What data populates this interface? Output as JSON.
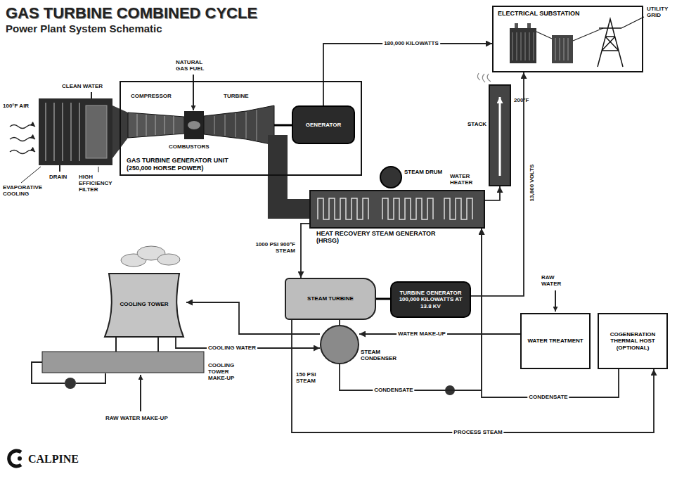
{
  "diagram": {
    "title": "GAS TURBINE COMBINED CYCLE",
    "nodes": [
      {
        "text": [
          "GAS TURBINE GENERATOR UNIT (250,000 HORSE POWER)"
        ]
      },
      {
        "text": [
          "GENERATOR"
        ],
        "in": 0
      },
      {
        "text": [
          "ELECTRICAL SUBSTATION"
        ]
      },
      {
        "text": [
          "STACK"
        ]
      },
      {
        "text": [
          "STEAM DRUM"
        ]
      },
      {
        "text": [
          "HEAT RECOVERY STEAM GENERATOR (HRSG)"
        ]
      },
      {
        "text": [
          "STEAM TURBINE"
        ]
      },
      {
        "text": [
          "TURBINE GENERATOR 100,000 KILOWATTS AT 13.8 KV"
        ]
      },
      {
        "text": [
          "STEAM CONDENSER"
        ]
      },
      {
        "text": [
          "COOLING TOWER"
        ]
      },
      {
        "text": [
          "WATER TREATMENT"
        ]
      },
      {
        "text": [
          "COGENERATION THERMAL HOST (OPTIONAL)"
        ]
      }
    ],
    "edges": [
      {
        "from": 1,
        "to": 2,
        "label": "180,000 KILOWATTS",
        "arrow": "to"
      },
      {
        "from": 0,
        "to": 5,
        "arrow": "none"
      },
      {
        "from": 5,
        "to": 3,
        "arrow": "to"
      },
      {
        "from": 5,
        "to": 6,
        "label": "1000 PSI 900°F STEAM",
        "arrow": "to"
      },
      {
        "from": 7,
        "to": 2,
        "label": "13,800 VOLTS",
        "arrow": "to"
      },
      {
        "from": 6,
        "to": 8,
        "arrow": "none"
      },
      {
        "from": 8,
        "to": 9,
        "arrow": "to"
      },
      {
        "from": 9,
        "to": 8,
        "label": "COOLING WATER",
        "arrow": "to"
      },
      {
        "from": 10,
        "to": 8,
        "label": "WATER MAKE-UP",
        "arrow": "to"
      },
      {
        "from": 8,
        "to": 5,
        "label": "CONDENSATE",
        "arrow": "to"
      },
      {
        "from": 11,
        "to": 5,
        "label": "CONDENSATE",
        "arrow": "to"
      },
      {
        "from": 6,
        "to": 11,
        "label": "PROCESS STEAM",
        "arrow": "to"
      }
    ],
    "labels": [
      "Power Plant System Schematic",
      "100°F AIR",
      "CLEAN WATER",
      "DRAIN",
      "EVAPORATIVE COOLING",
      "HIGH EFFICIENCY FILTER",
      "NATURAL GAS FUEL",
      "COMPRESSOR",
      "TURBINE",
      "COMBUSTORS",
      "UTILITY GRID",
      "200°F",
      "WATER HEATER",
      "150 PSI STEAM",
      "RAW WATER",
      "COOLING TOWER MAKE-UP",
      "RAW WATER MAKE-UP",
      "CALPINE"
    ]
  }
}
